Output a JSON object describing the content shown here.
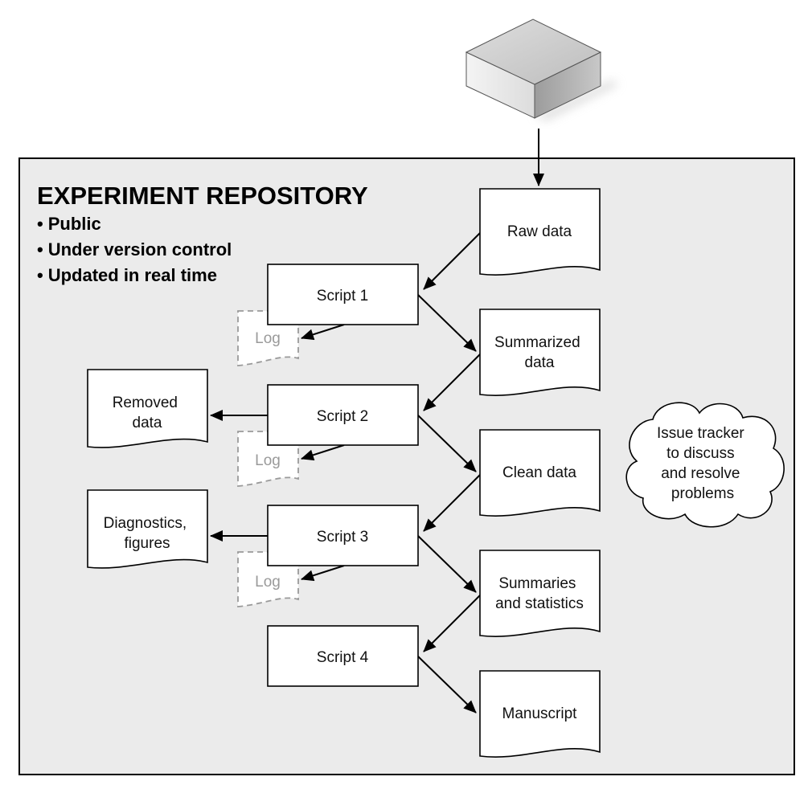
{
  "repository": {
    "title": "EXPERIMENT REPOSITORY",
    "properties": [
      "Public",
      "Under version control",
      "Updated in real time"
    ],
    "bullet_glyph": "•"
  },
  "scripts": [
    "Script 1",
    "Script 2",
    "Script 3",
    "Script 4"
  ],
  "data_documents": {
    "raw": "Raw data",
    "summarized": [
      "Summarized",
      "data"
    ],
    "clean": "Clean data",
    "summaries": [
      "Summaries",
      "and statistics"
    ],
    "manuscript": "Manuscript"
  },
  "side_outputs": {
    "removed": [
      "Removed",
      "data"
    ],
    "diagnostics": [
      "Diagnostics,",
      "figures"
    ]
  },
  "log_label": "Log",
  "issue_tracker": [
    "Issue tracker",
    "to discuss",
    "and resolve",
    "problems"
  ],
  "colors": {
    "panel_fill": "#ebebeb",
    "log_gray": "#9a9a9a",
    "stroke": "#000000"
  }
}
